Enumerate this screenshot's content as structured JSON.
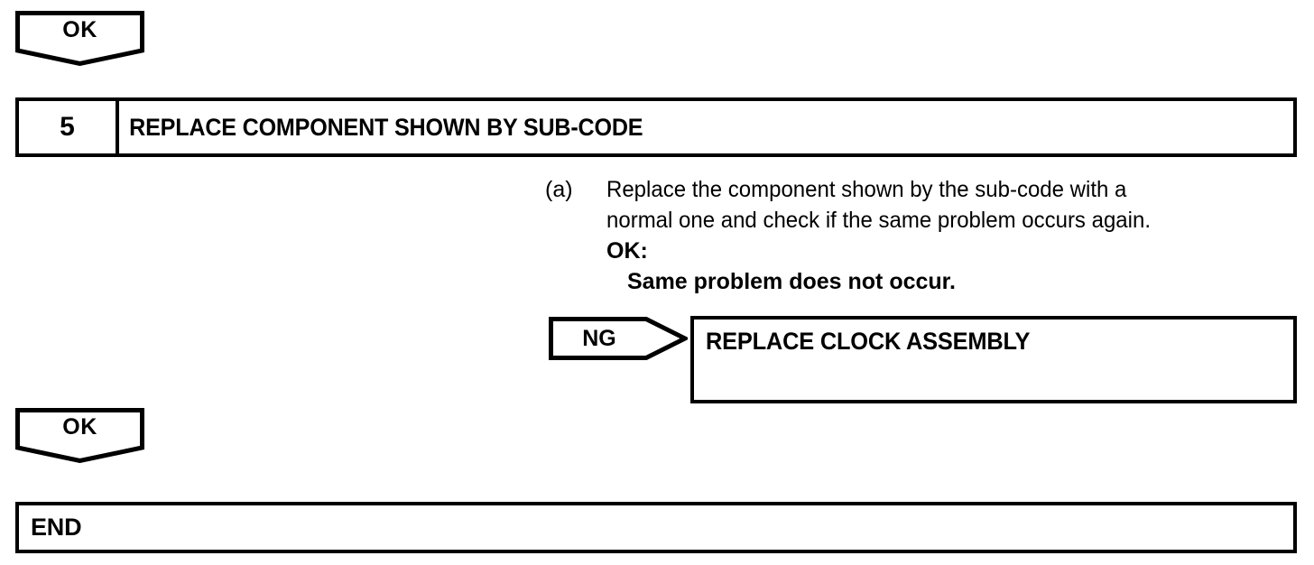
{
  "diagram": {
    "type": "troubleshooting-flowchart",
    "line_color": "#000000",
    "background_color": "#ffffff"
  },
  "top_connector": {
    "label": "OK",
    "shape": "pentagon-down"
  },
  "step": {
    "number": "5",
    "title": "REPLACE COMPONENT SHOWN BY SUB-CODE"
  },
  "instruction": {
    "marker": "(a)",
    "line1": "Replace the component shown by the sub-code with a",
    "line2": "normal one and check if the same problem occurs again.",
    "ok_label": "OK:",
    "ok_condition": "Same problem does not occur."
  },
  "ng_branch": {
    "label": "NG",
    "shape": "pentagon-right",
    "result": "REPLACE CLOCK ASSEMBLY"
  },
  "bottom_connector": {
    "label": "OK",
    "shape": "pentagon-down"
  },
  "end_box": {
    "label": "END"
  }
}
